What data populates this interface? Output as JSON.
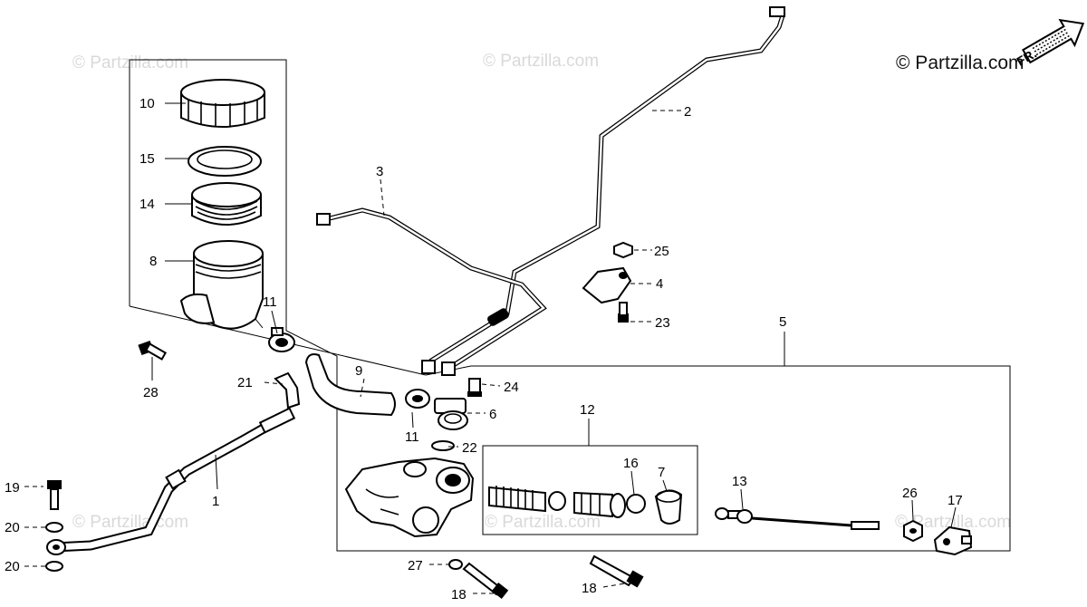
{
  "copyright": "© Partzilla.com",
  "watermarks": [
    "© Partzilla.com",
    "© Partzilla.com",
    "© Partzilla.com",
    "© Partzilla.com",
    "© Partzilla.com"
  ],
  "direction_arrow": "FR.",
  "parts": {
    "p1": "1",
    "p2": "2",
    "p3": "3",
    "p4": "4",
    "p5": "5",
    "p6": "6",
    "p7": "7",
    "p8": "8",
    "p9": "9",
    "p10": "10",
    "p11a": "11",
    "p11b": "11",
    "p12": "12",
    "p13": "13",
    "p14": "14",
    "p15": "15",
    "p16": "16",
    "p17": "17",
    "p18a": "18",
    "p18b": "18",
    "p19": "19",
    "p20a": "20",
    "p20b": "20",
    "p21": "21",
    "p22": "22",
    "p23": "23",
    "p24": "24",
    "p25": "25",
    "p26": "26",
    "p27": "27",
    "p28": "28"
  }
}
